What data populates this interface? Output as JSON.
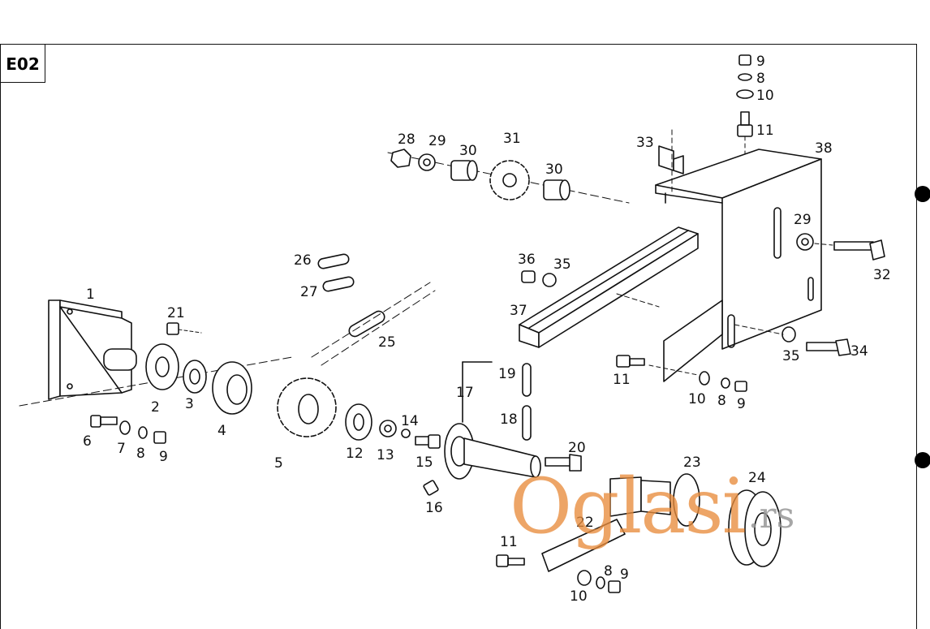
{
  "diagram_code": "E02",
  "watermark": {
    "brand": "Oglasi",
    "tld": ".rs"
  },
  "part_labels": [
    "1",
    "2",
    "3",
    "4",
    "5",
    "6",
    "7",
    "8",
    "9",
    "10",
    "11",
    "12",
    "13",
    "14",
    "15",
    "16",
    "17",
    "18",
    "19",
    "20",
    "21",
    "22",
    "23",
    "24",
    "25",
    "26",
    "27",
    "28",
    "29",
    "30",
    "31",
    "32",
    "33",
    "34",
    "35",
    "36",
    "37",
    "38"
  ]
}
